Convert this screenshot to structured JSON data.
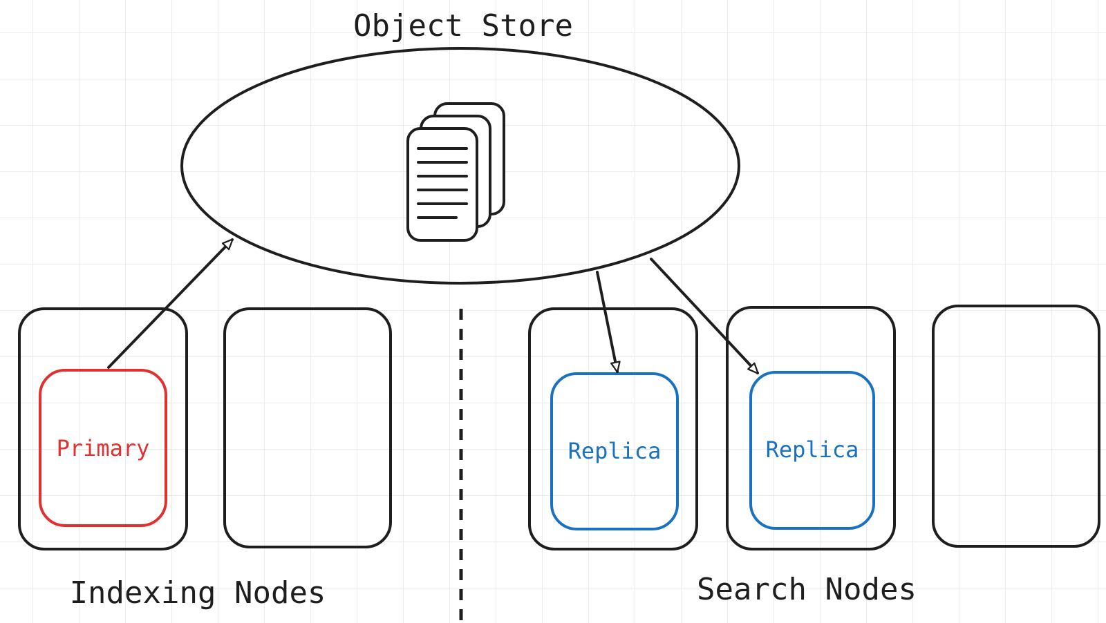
{
  "object_store": {
    "title": "Object Store"
  },
  "groups": {
    "indexing": {
      "label": "Indexing Nodes"
    },
    "search": {
      "label": "Search Nodes"
    }
  },
  "shards": {
    "primary": {
      "label": "Primary",
      "color": "#e03131"
    },
    "replica_1": {
      "label": "Replica",
      "color": "#1971c2"
    },
    "replica_2": {
      "label": "Replica",
      "color": "#1971c2"
    }
  },
  "colors": {
    "stroke": "#1e1e1e",
    "grid": "#ececec"
  },
  "icons": {
    "documents": "documents-stack-icon"
  }
}
